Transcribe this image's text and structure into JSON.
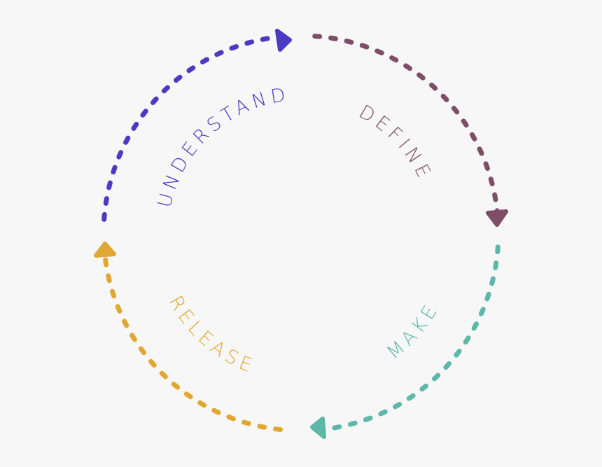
{
  "stages": [
    {
      "id": "understand",
      "label": "UNDERSTAND",
      "color": "#4b3bc2"
    },
    {
      "id": "define",
      "label": "DEFINE",
      "color": "#7e4d67"
    },
    {
      "id": "make",
      "label": "MAKE",
      "color": "#5cb8a9"
    },
    {
      "id": "release",
      "label": "RELEASE",
      "color": "#e0a733"
    }
  ]
}
